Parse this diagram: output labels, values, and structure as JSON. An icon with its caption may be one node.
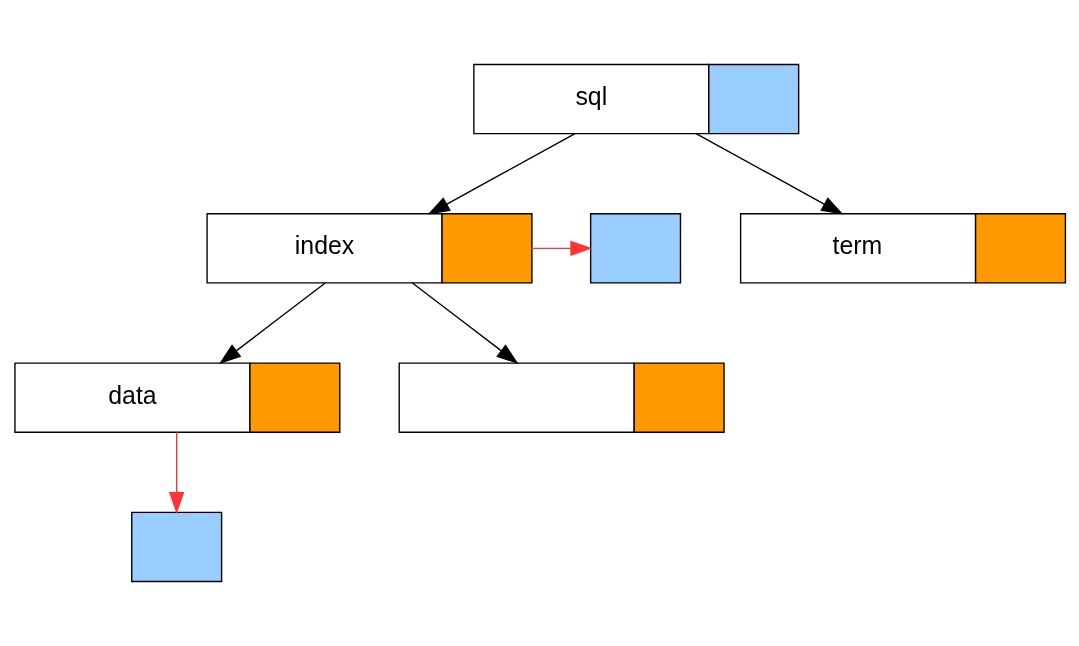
{
  "diagram": {
    "nodes": [
      {
        "text": [
          "sql"
        ]
      },
      {
        "text": [
          "index"
        ]
      },
      {
        "text": [],
        "shape": "box"
      },
      {
        "text": [
          "term"
        ]
      },
      {
        "text": [
          "data"
        ]
      },
      {
        "text": [],
        "shape": "box"
      },
      {
        "text": [],
        "shape": "box"
      }
    ],
    "edges": [
      {
        "from": 0,
        "to": 1,
        "arrow": "to"
      },
      {
        "from": 0,
        "to": 3,
        "arrow": "to"
      },
      {
        "from": 1,
        "to": 2,
        "arrow": "to",
        "color": "#ff3333"
      },
      {
        "from": 1,
        "to": 4,
        "arrow": "to"
      },
      {
        "from": 1,
        "to": 5,
        "arrow": "to"
      },
      {
        "from": 4,
        "to": 6,
        "arrow": "to",
        "color": "#ff3333"
      }
    ]
  }
}
